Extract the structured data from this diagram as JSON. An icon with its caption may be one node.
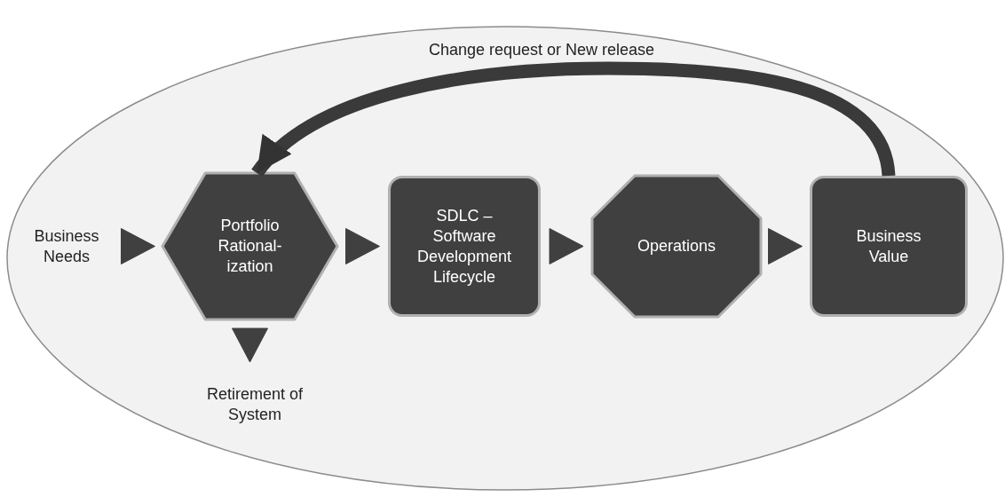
{
  "diagram": {
    "nodes": [
      {
        "text": [],
        "shape": "ellipse"
      },
      {
        "text": [
          "Business Needs"
        ],
        "in": 0
      },
      {
        "text": [
          "Portfolio Rational- ization"
        ],
        "in": 0
      },
      {
        "text": [
          "SDLC – Software Development Lifecycle"
        ],
        "in": 0
      },
      {
        "text": [
          "Operations"
        ],
        "in": 0
      },
      {
        "text": [
          "Business Value"
        ],
        "in": 0
      },
      {
        "text": [
          "Retirement of System"
        ],
        "in": 0
      }
    ],
    "edges": [
      {
        "from": 1,
        "to": 2,
        "arrow": "to"
      },
      {
        "from": 2,
        "to": 3,
        "arrow": "to"
      },
      {
        "from": 3,
        "to": 4,
        "arrow": "to"
      },
      {
        "from": 4,
        "to": 5,
        "arrow": "to"
      },
      {
        "from": 2,
        "to": 6,
        "arrow": "to"
      },
      {
        "from": 5,
        "to": 2,
        "arrow": "to",
        "label": "Change request or New release"
      }
    ]
  }
}
